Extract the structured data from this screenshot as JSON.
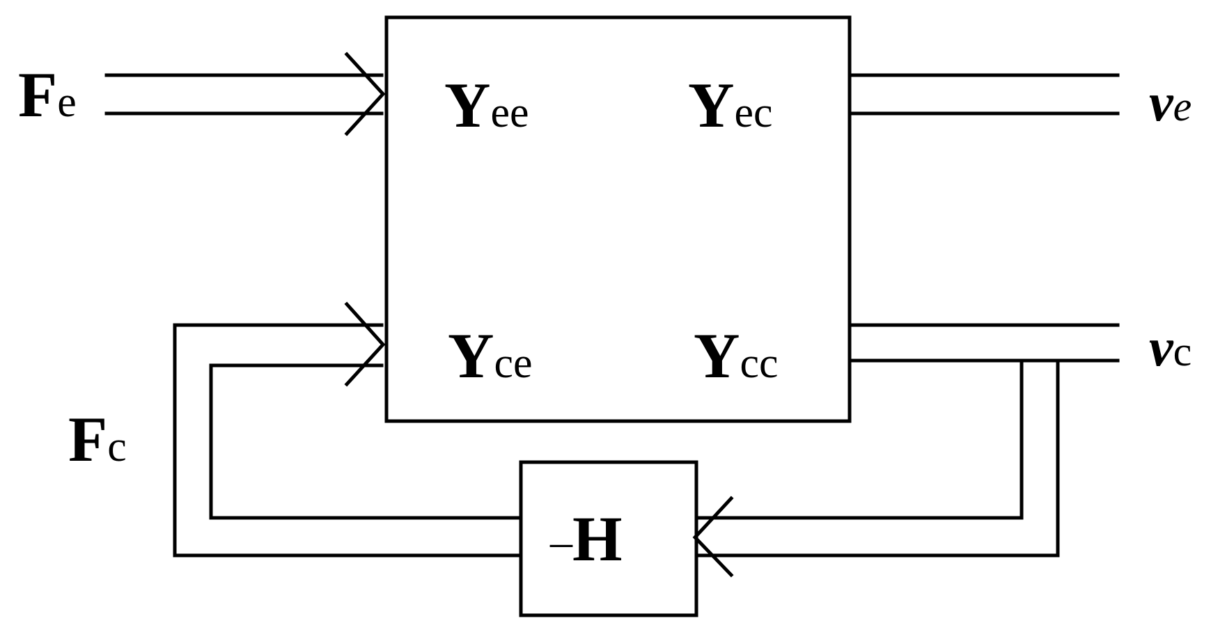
{
  "diagram": {
    "blocks": {
      "main_block": {
        "entries": {
          "ee": {
            "symbol": "Y",
            "subscript": "ee"
          },
          "ec": {
            "symbol": "Y",
            "subscript": "ec"
          },
          "ce": {
            "symbol": "Y",
            "subscript": "ce"
          },
          "cc": {
            "symbol": "Y",
            "subscript": "cc"
          }
        }
      },
      "feedback_block": {
        "prefix": "–",
        "symbol": "H"
      }
    },
    "signals": {
      "force_external": {
        "symbol": "F",
        "subscript": "e"
      },
      "force_control": {
        "symbol": "F",
        "subscript": "c"
      },
      "velocity_external": {
        "symbol": "v",
        "subscript": "e"
      },
      "velocity_control": {
        "symbol": "v",
        "subscript": "c"
      }
    },
    "stroke_color": "#000000",
    "background_color": "#ffffff"
  }
}
